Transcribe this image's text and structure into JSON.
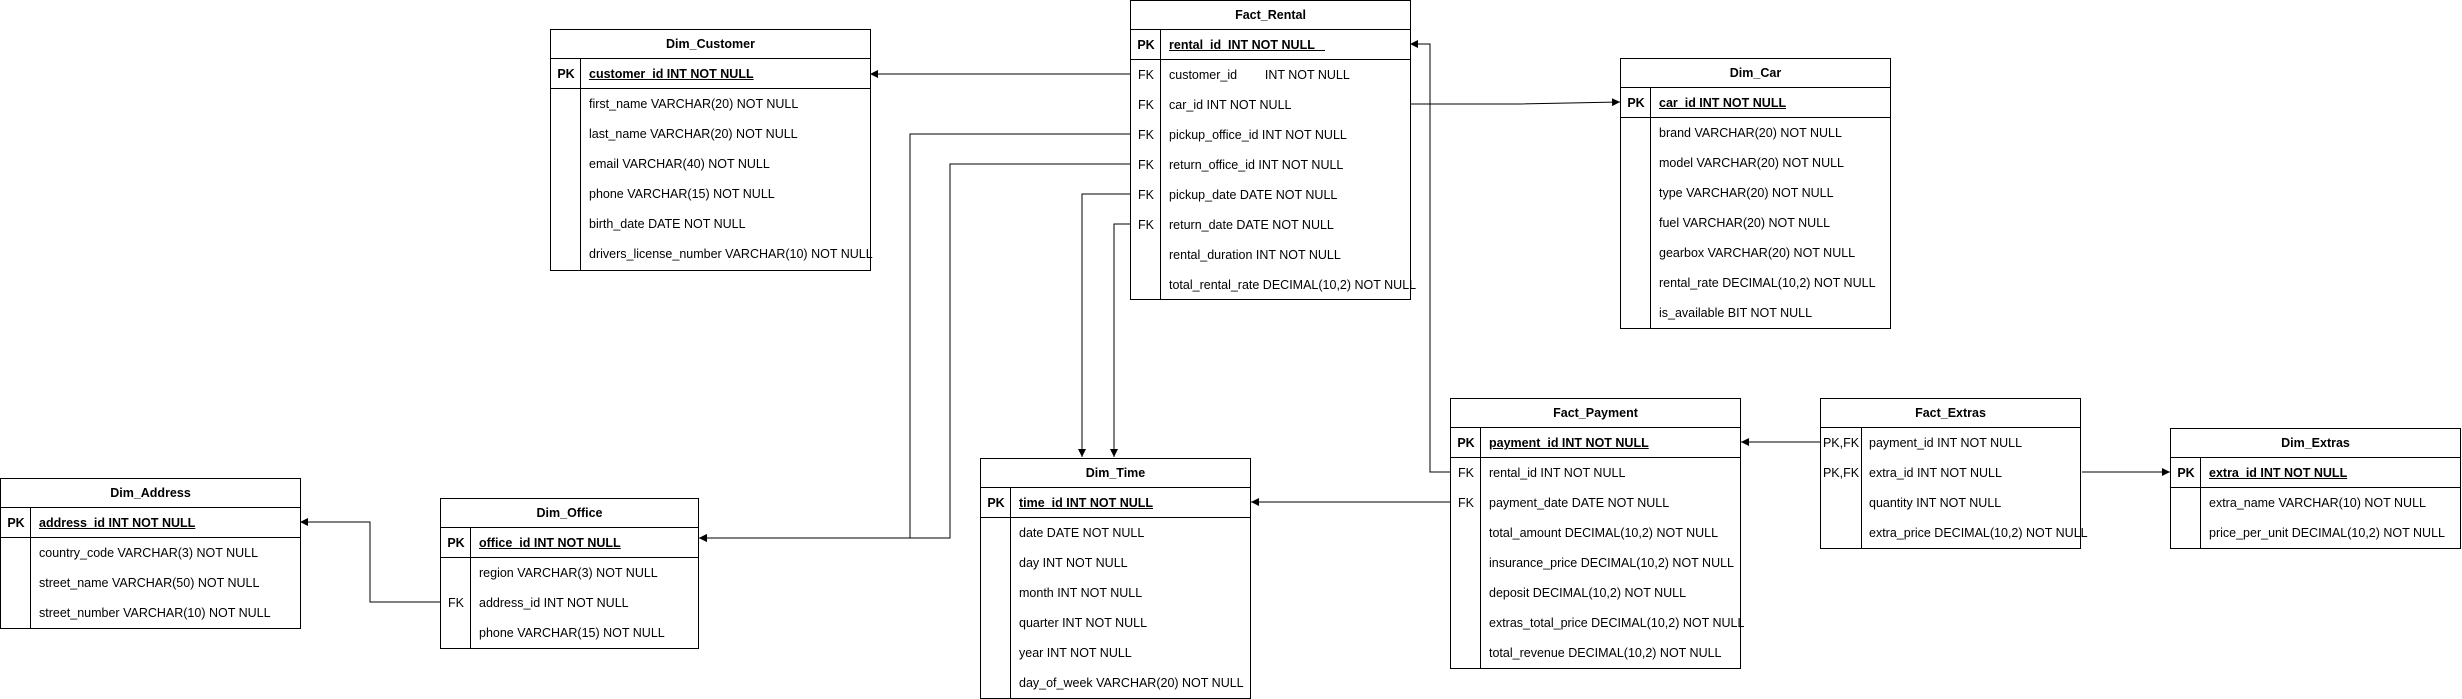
{
  "entities": {
    "dim_customer": {
      "title": "Dim_Customer",
      "rows": [
        {
          "key": "PK",
          "field": "customer_id INT NOT NULL"
        },
        {
          "key": "",
          "field": "first_name VARCHAR(20) NOT NULL"
        },
        {
          "key": "",
          "field": "last_name VARCHAR(20) NOT NULL"
        },
        {
          "key": "",
          "field": "email VARCHAR(40) NOT NULL"
        },
        {
          "key": "",
          "field": "phone VARCHAR(15) NOT NULL"
        },
        {
          "key": "",
          "field": "birth_date DATE NOT NULL"
        },
        {
          "key": "",
          "field": "drivers_license_number VARCHAR(10) NOT NULL"
        }
      ]
    },
    "fact_rental": {
      "title": "Fact_Rental",
      "rows": [
        {
          "key": "PK",
          "field": "rental_id  INT NOT NULL   "
        },
        {
          "key": "FK",
          "field": "customer_id        INT NOT NULL"
        },
        {
          "key": "FK",
          "field": "car_id INT NOT NULL"
        },
        {
          "key": "FK",
          "field": "pickup_office_id INT NOT NULL"
        },
        {
          "key": "FK",
          "field": "return_office_id INT NOT NULL"
        },
        {
          "key": "FK",
          "field": "pickup_date DATE NOT NULL"
        },
        {
          "key": "FK",
          "field": "return_date DATE NOT NULL"
        },
        {
          "key": "",
          "field": "rental_duration INT NOT NULL"
        },
        {
          "key": "",
          "field": "total_rental_rate DECIMAL(10,2) NOT NULL"
        }
      ]
    },
    "dim_car": {
      "title": "Dim_Car",
      "rows": [
        {
          "key": "PK",
          "field": "car_id INT NOT NULL"
        },
        {
          "key": "",
          "field": "brand VARCHAR(20) NOT NULL"
        },
        {
          "key": "",
          "field": "model VARCHAR(20) NOT NULL"
        },
        {
          "key": "",
          "field": "type VARCHAR(20) NOT NULL"
        },
        {
          "key": "",
          "field": "fuel VARCHAR(20) NOT NULL"
        },
        {
          "key": "",
          "field": "gearbox VARCHAR(20) NOT NULL"
        },
        {
          "key": "",
          "field": "rental_rate DECIMAL(10,2) NOT NULL"
        },
        {
          "key": "",
          "field": "is_available BIT NOT NULL"
        }
      ]
    },
    "fact_payment": {
      "title": "Fact_Payment",
      "rows": [
        {
          "key": "PK",
          "field": "payment_id INT NOT NULL"
        },
        {
          "key": "FK",
          "field": "rental_id INT NOT NULL"
        },
        {
          "key": "FK",
          "field": "payment_date DATE NOT NULL"
        },
        {
          "key": "",
          "field": "total_amount DECIMAL(10,2) NOT NULL"
        },
        {
          "key": "",
          "field": "insurance_price DECIMAL(10,2) NOT NULL"
        },
        {
          "key": "",
          "field": "deposit DECIMAL(10,2) NOT NULL"
        },
        {
          "key": "",
          "field": "extras_total_price DECIMAL(10,2) NOT NULL"
        },
        {
          "key": "",
          "field": "total_revenue DECIMAL(10,2) NOT NULL"
        }
      ]
    },
    "fact_extras": {
      "title": "Fact_Extras",
      "rows": [
        {
          "key": "PK,FK",
          "field": "payment_id INT NOT NULL"
        },
        {
          "key": "PK,FK",
          "field": "extra_id INT NOT NULL"
        },
        {
          "key": "",
          "field": "quantity INT NOT NULL"
        },
        {
          "key": "",
          "field": "extra_price DECIMAL(10,2) NOT NULL"
        }
      ]
    },
    "dim_extras": {
      "title": "Dim_Extras",
      "rows": [
        {
          "key": "PK",
          "field": "extra_id INT NOT NULL"
        },
        {
          "key": "",
          "field": "extra_name VARCHAR(10) NOT NULL"
        },
        {
          "key": "",
          "field": "price_per_unit DECIMAL(10,2) NOT NULL"
        }
      ]
    },
    "dim_time": {
      "title": "Dim_Time",
      "rows": [
        {
          "key": "PK",
          "field": "time_id INT NOT NULL"
        },
        {
          "key": "",
          "field": "date DATE NOT NULL"
        },
        {
          "key": "",
          "field": "day INT NOT NULL"
        },
        {
          "key": "",
          "field": "month INT NOT NULL"
        },
        {
          "key": "",
          "field": "quarter INT NOT NULL"
        },
        {
          "key": "",
          "field": "year INT NOT NULL"
        },
        {
          "key": "",
          "field": "day_of_week VARCHAR(20) NOT NULL"
        }
      ]
    },
    "dim_office": {
      "title": "Dim_Office",
      "rows": [
        {
          "key": "PK",
          "field": "office_id INT NOT NULL"
        },
        {
          "key": "",
          "field": "region VARCHAR(3) NOT NULL"
        },
        {
          "key": "FK",
          "field": "address_id INT NOT NULL"
        },
        {
          "key": "",
          "field": "phone VARCHAR(15) NOT NULL"
        }
      ]
    },
    "dim_address": {
      "title": "Dim_Address",
      "rows": [
        {
          "key": "PK",
          "field": "address_id INT NOT NULL"
        },
        {
          "key": "",
          "field": "country_code VARCHAR(3) NOT NULL"
        },
        {
          "key": "",
          "field": "street_name VARCHAR(50) NOT NULL"
        },
        {
          "key": "",
          "field": "street_number VARCHAR(10) NOT NULL"
        }
      ]
    }
  },
  "relationships": [
    {
      "from": "Fact_Rental.customer_id",
      "to": "Dim_Customer.customer_id"
    },
    {
      "from": "Fact_Rental.car_id",
      "to": "Dim_Car.car_id"
    },
    {
      "from": "Fact_Rental.pickup_office_id",
      "to": "Dim_Office.office_id"
    },
    {
      "from": "Fact_Rental.return_office_id",
      "to": "Dim_Office.office_id"
    },
    {
      "from": "Fact_Rental.pickup_date",
      "to": "Dim_Time.time_id"
    },
    {
      "from": "Fact_Rental.return_date",
      "to": "Dim_Time.time_id"
    },
    {
      "from": "Fact_Payment.rental_id",
      "to": "Fact_Rental.rental_id"
    },
    {
      "from": "Fact_Payment.payment_date",
      "to": "Dim_Time.time_id"
    },
    {
      "from": "Fact_Extras.payment_id",
      "to": "Fact_Payment.payment_id"
    },
    {
      "from": "Fact_Extras.extra_id",
      "to": "Dim_Extras.extra_id"
    },
    {
      "from": "Dim_Office.address_id",
      "to": "Dim_Address.address_id"
    }
  ]
}
